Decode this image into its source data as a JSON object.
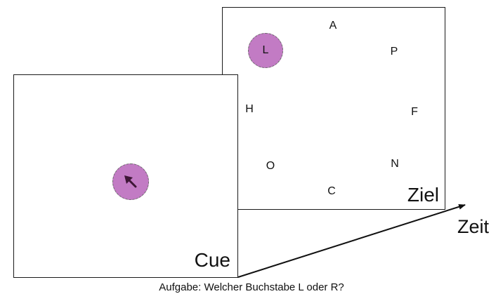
{
  "target_panel": {
    "label": "Ziel",
    "marked_letter": "L",
    "letters": [
      "A",
      "P",
      "H",
      "F",
      "O",
      "N",
      "C"
    ]
  },
  "cue_panel": {
    "label": "Cue",
    "cue_icon": "arrow-up-left-icon"
  },
  "time_axis": {
    "label": "Zeit"
  },
  "caption": "Aufgabe: Welcher Buchstabe L oder R?",
  "colors": {
    "marker_fill": "#c27bc4",
    "arrow_fill": "#3d1636",
    "outline": "#1a1a1a"
  }
}
